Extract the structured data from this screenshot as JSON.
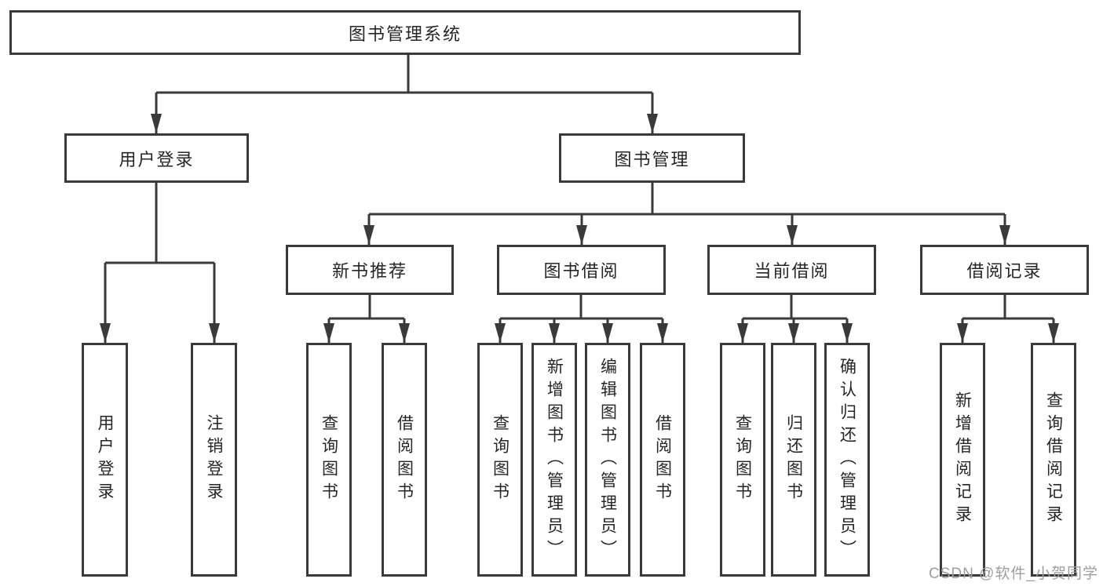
{
  "tree": {
    "label": "图书管理系统",
    "children": [
      {
        "label": "用户登录",
        "children": [
          {
            "label": "用户登录"
          },
          {
            "label": "注销登录"
          }
        ]
      },
      {
        "label": "图书管理",
        "children": [
          {
            "label": "新书推荐",
            "children": [
              {
                "label": "查询图书"
              },
              {
                "label": "借阅图书"
              }
            ]
          },
          {
            "label": "图书借阅",
            "children": [
              {
                "label": "查询图书"
              },
              {
                "label": "新增图书（管理员）"
              },
              {
                "label": "编辑图书（管理员）"
              },
              {
                "label": "借阅图书"
              }
            ]
          },
          {
            "label": "当前借阅",
            "children": [
              {
                "label": "查询图书"
              },
              {
                "label": "归还图书"
              },
              {
                "label": "确认归还（管理员）"
              }
            ]
          },
          {
            "label": "借阅记录",
            "children": [
              {
                "label": "新增借阅记录"
              },
              {
                "label": "查询借阅记录"
              }
            ]
          }
        ]
      }
    ]
  },
  "watermark": "CSDN @软件_小贺同学",
  "colors": {
    "line": "#3a3a3a",
    "box-border": "#3a3a3a",
    "text": "#262626",
    "watermark": "#9e9e9e",
    "background": "#ffffff"
  }
}
